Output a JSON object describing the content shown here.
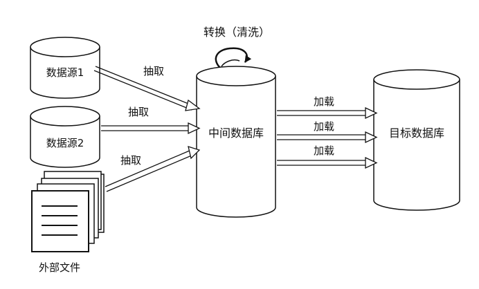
{
  "title": "转换（清洗）",
  "sources": [
    {
      "label": "数据源1",
      "icon": "database-cylinder-icon"
    },
    {
      "label": "数据源2",
      "icon": "database-cylinder-icon"
    },
    {
      "label": "外部文件",
      "icon": "document-stack-icon"
    }
  ],
  "middle": {
    "label": "中间数据库",
    "icon": "database-cylinder-icon"
  },
  "target": {
    "label": "目标数据库",
    "icon": "database-cylinder-icon"
  },
  "extract_labels": [
    "抽取",
    "抽取",
    "抽取"
  ],
  "load_labels": [
    "加载",
    "加载",
    "加载"
  ],
  "colors": {
    "stroke": "#111111",
    "fill": "#ffffff",
    "shadow": "#222222"
  }
}
